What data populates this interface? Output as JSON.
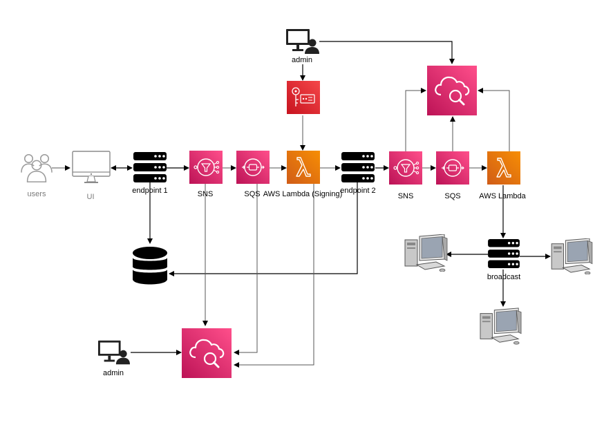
{
  "colors": {
    "pink_top": "#ff4f8b",
    "pink_bottom": "#bc1356",
    "orange_top": "#f78e04",
    "orange_bottom": "#d05c17",
    "red_top": "#f54749",
    "red_bottom": "#c7131f",
    "server_black": "#000000",
    "line_grey": "#555555",
    "computer_grey": "#7d7d7d"
  },
  "labels": {
    "users": "users",
    "ui": "UI",
    "endpoint1": "endpoint 1",
    "sns1": "SNS",
    "sqs1": "SQS",
    "lambda_signing": "AWS Lambda  (Signing)",
    "endpoint2": "endpoint 2",
    "sns2": "SNS",
    "sqs2": "SQS",
    "lambda2": "AWS Lambda",
    "broadcast": "broadcast",
    "admin_top": "admin",
    "admin_bottom": "admin"
  },
  "icons": {
    "users": "users-icon",
    "ui": "monitor-icon",
    "endpoint": "server-stack-icon",
    "database": "database-icon",
    "sns": "sns-icon",
    "sqs": "sqs-icon",
    "lambda": "lambda-icon",
    "key": "key-management-icon",
    "cloudsearch": "cloud-search-icon",
    "admin": "admin-workstation-icon",
    "desktop": "desktop-computer-icon"
  }
}
